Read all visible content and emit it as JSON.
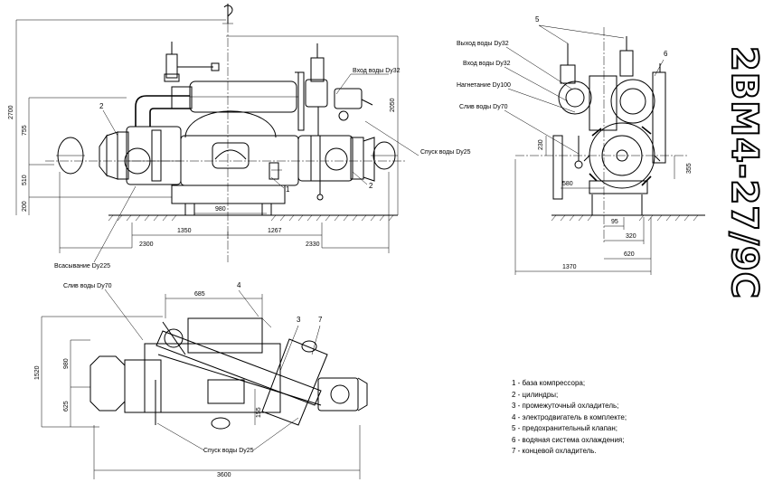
{
  "model": "2ВМ4-27/9С",
  "labels": {
    "water_out_dy32": "Выход воды Dy32",
    "water_in_dy32": "Вход воды Dy32",
    "water_in_dy32_side": "Вход воды Dy32",
    "discharge_dy100": "Нагнетание Dy100",
    "water_drain_dy70": "Слив воды Dy70",
    "water_drain_dy70_plan": "Слив воды Dy70",
    "water_release_dy25": "Спуск воды Dy25",
    "water_release_dy25_plan": "Спуск воды Dy25",
    "suction_dy225": "Всасывание Dy225"
  },
  "dims_front": {
    "h_2700": "2700",
    "h_755": "755",
    "h_510": "510",
    "h_200": "200",
    "h_2050": "2050",
    "w_980": "980",
    "w_1350": "1350",
    "w_1267": "1267",
    "w_2330": "2330",
    "w_2300": "2300"
  },
  "dims_side": {
    "h_230": "230",
    "h_355": "355",
    "w_580": "580",
    "w_95": "95",
    "w_320": "320",
    "w_620": "620",
    "w_1370": "1370"
  },
  "dims_plan": {
    "w_685": "685",
    "h_1520": "1520",
    "h_980": "980",
    "h_625": "625",
    "h_155": "155",
    "w_3600": "3600"
  },
  "callouts": {
    "c1": "1",
    "c2a": "2",
    "c2b": "2",
    "c3": "3",
    "c4": "4",
    "c5": "5",
    "c6": "6",
    "c7": "7"
  },
  "legend": [
    "1 - база компрессора;",
    "2 - цилиндры;",
    "3 - промежуточный охладитель;",
    "4 - электродвигатель в комплекте;",
    "5 - предохранительный клапан;",
    "6 - водяная система охлаждения;",
    "7 - концевой охладитель."
  ]
}
